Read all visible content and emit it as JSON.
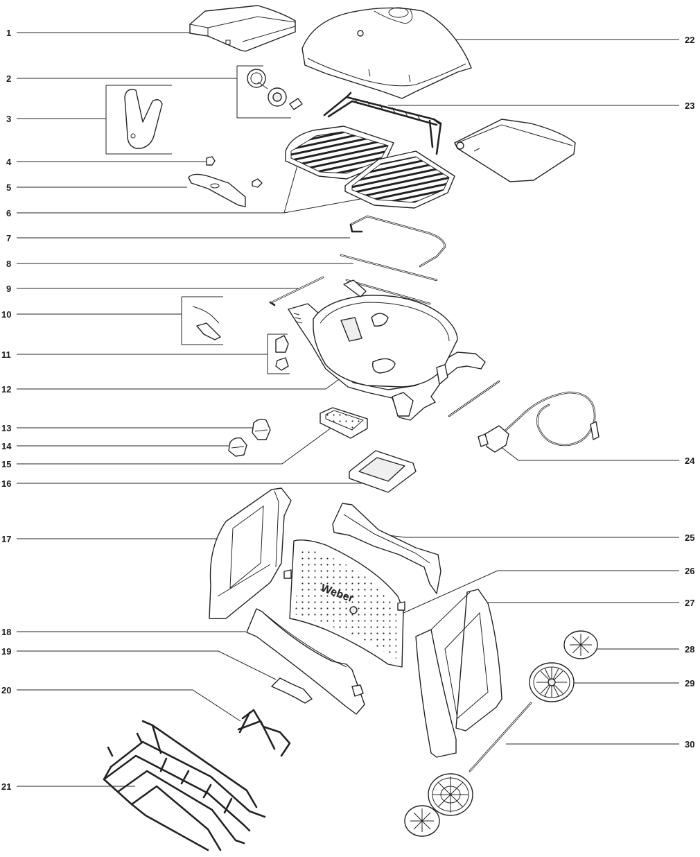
{
  "brand_text": "Weber",
  "callouts_left": [
    {
      "id": "1",
      "label": "1"
    },
    {
      "id": "2",
      "label": "2"
    },
    {
      "id": "3",
      "label": "3"
    },
    {
      "id": "4",
      "label": "4"
    },
    {
      "id": "5",
      "label": "5"
    },
    {
      "id": "6",
      "label": "6"
    },
    {
      "id": "7",
      "label": "7"
    },
    {
      "id": "8",
      "label": "8"
    },
    {
      "id": "9",
      "label": "9"
    },
    {
      "id": "10",
      "label": "10"
    },
    {
      "id": "11",
      "label": "11"
    },
    {
      "id": "12",
      "label": "12"
    },
    {
      "id": "13",
      "label": "13"
    },
    {
      "id": "14",
      "label": "14"
    },
    {
      "id": "15",
      "label": "15"
    },
    {
      "id": "16",
      "label": "16"
    },
    {
      "id": "17",
      "label": "17"
    },
    {
      "id": "18",
      "label": "18"
    },
    {
      "id": "19",
      "label": "19"
    },
    {
      "id": "20",
      "label": "20"
    },
    {
      "id": "21",
      "label": "21"
    }
  ],
  "callouts_right": [
    {
      "id": "22",
      "label": "22"
    },
    {
      "id": "23",
      "label": "23"
    },
    {
      "id": "24",
      "label": "24"
    },
    {
      "id": "25",
      "label": "25"
    },
    {
      "id": "26",
      "label": "26"
    },
    {
      "id": "27",
      "label": "27"
    },
    {
      "id": "28",
      "label": "28"
    },
    {
      "id": "29",
      "label": "29"
    },
    {
      "id": "30",
      "label": "30"
    }
  ]
}
